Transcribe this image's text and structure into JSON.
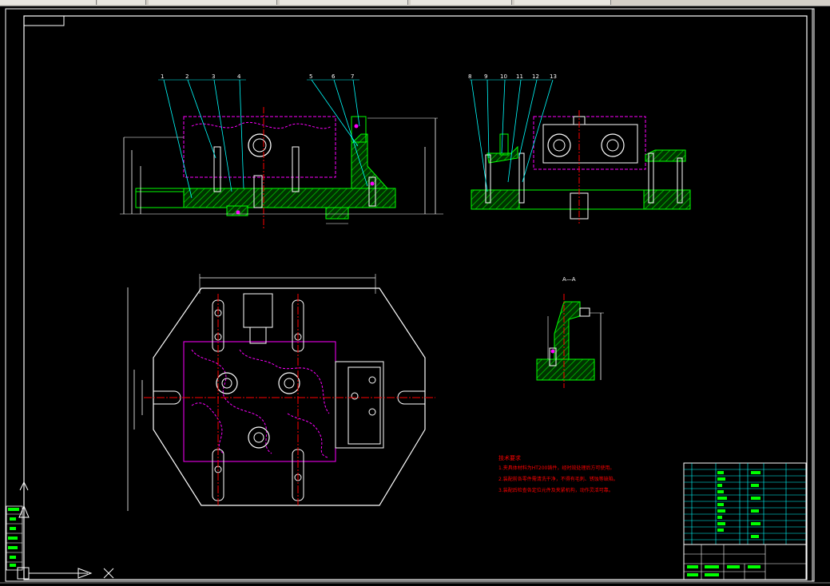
{
  "colors": {
    "background": "#000000",
    "frame": "#ffffff",
    "part": "#00ff00",
    "hatch": "#00cc00",
    "workpiece": "#ff00ff",
    "leader": "#00ffff",
    "centerline": "#ff0000",
    "dimension": "#ffffff",
    "notes": "#ff0000",
    "titleblock": "#00ffff",
    "toolbar": "#d4d0c8"
  },
  "drawing": {
    "leader_labels_front": [
      "1",
      "2",
      "3",
      "4",
      "5",
      "6",
      "7"
    ],
    "leader_labels_side": [
      "8",
      "9",
      "10",
      "11",
      "12",
      "13"
    ],
    "section_label": "A—A",
    "notes": {
      "heading": "技术要求",
      "lines": [
        "1.夹具体材料为HT200铸件，经时效处理后方可使用。",
        "2.装配前各零件需清洗干净，不得有毛刺、锈蚀等缺陷。",
        "3.装配后检查各定位元件及夹紧机构，动作灵活可靠。"
      ]
    }
  },
  "icons": {
    "ucs": "ucs-icon",
    "cursor": "crosshair-icon",
    "tabs": "layout-tabs-icon"
  }
}
